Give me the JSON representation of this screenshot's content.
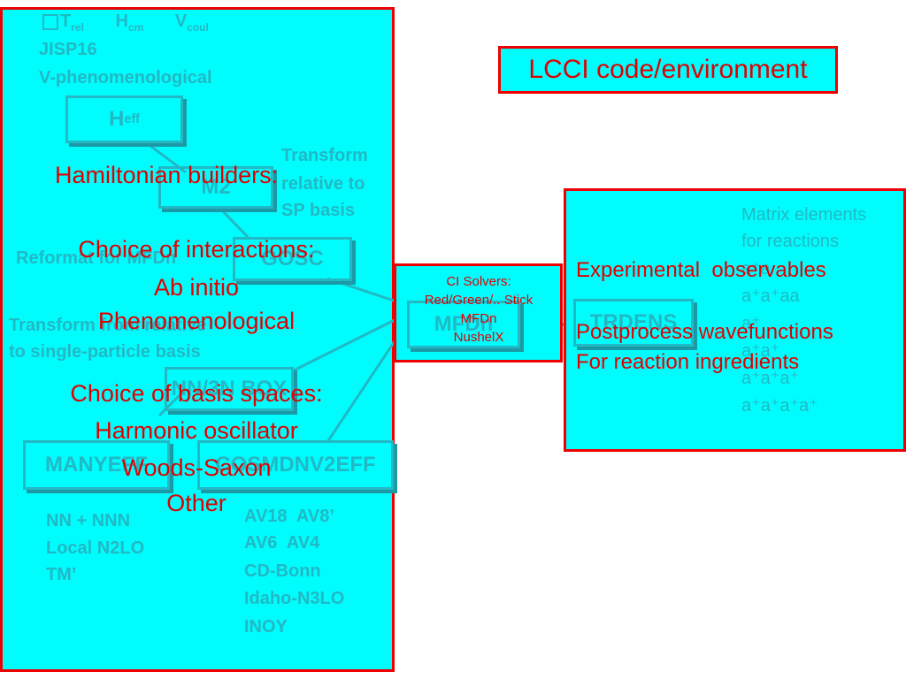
{
  "title": "LCCI code/environment",
  "left_panel": {
    "top_labels": {
      "trel": "T",
      "trel_sub": "rel",
      "hcm": "H",
      "hcm_sub": "cm",
      "vcoul": "V",
      "vcoul_sub": "coul"
    },
    "potentials": [
      "JISP16",
      "V-phenomenological"
    ],
    "heff": "H",
    "heff_sub": "eff",
    "m2": "M2",
    "gosc": "GOSC",
    "transform_relative": [
      "Transform",
      "relative to",
      "SP basis"
    ],
    "reformat": "Reformat for MFDn",
    "transform_from_rel": [
      "Transform from relative",
      "to single-particle basis"
    ],
    "nn_box": "NN/3N BOX",
    "manyeff": "MANYEFF",
    "cosmo": "COSMDNV2EFF",
    "interactions_left": [
      "NN + NNN",
      "Local N2LO",
      "TM’"
    ],
    "interactions_right": [
      "AV18  AV8’",
      "AV6  AV4",
      "CD-Bonn",
      "Idaho-N3LO",
      "INOY"
    ],
    "overlay": {
      "hamiltonian": "Hamiltonian builders:",
      "interactions": [
        "Choice of interactions:",
        "Ab initio",
        "Phenomenological"
      ],
      "basis": [
        "Choice of basis spaces:",
        "Harmonic oscillator",
        "Woods-Saxon",
        "Other"
      ]
    }
  },
  "middle_panel": {
    "mfdn": "MFDn",
    "solvers": [
      "CI Solvers:",
      "Red/Green/.. Stick",
      "MFDn",
      "NushelX"
    ]
  },
  "right_panel": {
    "trdens": "TRDENS",
    "matrix": [
      "Matrix elements",
      "for reactions"
    ],
    "operators": [
      "a⁺a",
      "a⁺a⁺aa",
      "a⁺",
      "a⁺a⁺",
      "a⁺a⁺a⁺",
      "a⁺a⁺a⁺a⁺"
    ],
    "overlay": [
      "Experimental  observables",
      "Postprocess wavefunctions",
      "For reaction ingredients"
    ]
  },
  "colors": {
    "panel": "#00fdfe",
    "border": "#ee0000",
    "faint": "#22b8c4",
    "red_text": "#e00000"
  }
}
